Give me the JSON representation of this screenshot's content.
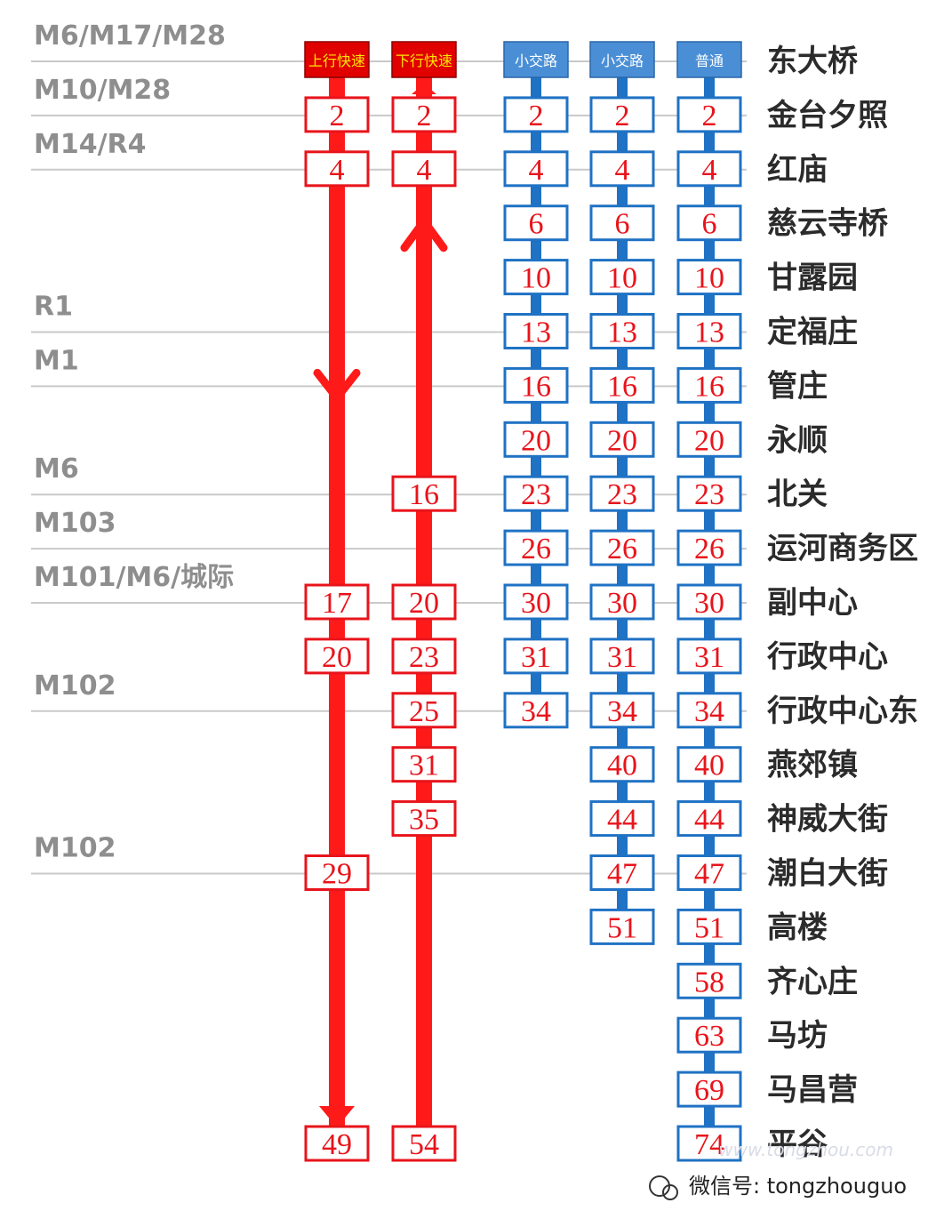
{
  "transfer_labels": [
    {
      "text": "M6/M17/M28",
      "row": 0
    },
    {
      "text": "M10/M28",
      "row": 1
    },
    {
      "text": "M14/R4",
      "row": 2
    },
    {
      "text": "R1",
      "row": 5
    },
    {
      "text": "M1",
      "row": 6
    },
    {
      "text": "M6",
      "row": 8
    },
    {
      "text": "M103",
      "row": 9
    },
    {
      "text": "M101/M6/城际",
      "row": 10
    },
    {
      "text": "M102",
      "row": 12
    },
    {
      "text": "M102",
      "row": 15
    }
  ],
  "stations": [
    "东大桥",
    "金台夕照",
    "红庙",
    "慈云寺桥",
    "甘露园",
    "定福庄",
    "管庄",
    "永顺",
    "北关",
    "运河商务区",
    "副中心",
    "行政中心",
    "行政中心东",
    "燕郊镇",
    "神威大街",
    "潮白大街",
    "高楼",
    "齐心庄",
    "马坊",
    "马昌营",
    "平谷"
  ],
  "columns": [
    {
      "header": "上行快速",
      "type": "express",
      "direction": "down",
      "colors": {
        "fill": "#ff1a1a",
        "head": "#e00000",
        "headText": "#ffe600"
      },
      "stops": [
        {
          "row": 1,
          "t": "2"
        },
        {
          "row": 2,
          "t": "4"
        },
        {
          "row": 10,
          "t": "17"
        },
        {
          "row": 11,
          "t": "20"
        },
        {
          "row": 15,
          "t": "29"
        },
        {
          "row": 20,
          "t": "49"
        }
      ]
    },
    {
      "header": "下行快速",
      "type": "express",
      "direction": "up",
      "colors": {
        "fill": "#ff1a1a",
        "head": "#e00000",
        "headText": "#ffe600"
      },
      "stops": [
        {
          "row": 1,
          "t": "2"
        },
        {
          "row": 2,
          "t": "4"
        },
        {
          "row": 8,
          "t": "16"
        },
        {
          "row": 10,
          "t": "20"
        },
        {
          "row": 11,
          "t": "23"
        },
        {
          "row": 12,
          "t": "25"
        },
        {
          "row": 13,
          "t": "31"
        },
        {
          "row": 14,
          "t": "35"
        },
        {
          "row": 20,
          "t": "54"
        }
      ]
    },
    {
      "header": "小交路",
      "type": "local",
      "colors": {
        "fill": "#1f72c4",
        "head": "#4a8fd6",
        "headText": "#ffffff"
      },
      "stops": [
        {
          "row": 1,
          "t": "2"
        },
        {
          "row": 2,
          "t": "4"
        },
        {
          "row": 3,
          "t": "6"
        },
        {
          "row": 4,
          "t": "10"
        },
        {
          "row": 5,
          "t": "13"
        },
        {
          "row": 6,
          "t": "16"
        },
        {
          "row": 7,
          "t": "20"
        },
        {
          "row": 8,
          "t": "23"
        },
        {
          "row": 9,
          "t": "26"
        },
        {
          "row": 10,
          "t": "30"
        },
        {
          "row": 11,
          "t": "31"
        },
        {
          "row": 12,
          "t": "34"
        }
      ]
    },
    {
      "header": "小交路",
      "type": "local",
      "colors": {
        "fill": "#1f72c4",
        "head": "#4a8fd6",
        "headText": "#ffffff"
      },
      "stops": [
        {
          "row": 1,
          "t": "2"
        },
        {
          "row": 2,
          "t": "4"
        },
        {
          "row": 3,
          "t": "6"
        },
        {
          "row": 4,
          "t": "10"
        },
        {
          "row": 5,
          "t": "13"
        },
        {
          "row": 6,
          "t": "16"
        },
        {
          "row": 7,
          "t": "20"
        },
        {
          "row": 8,
          "t": "23"
        },
        {
          "row": 9,
          "t": "26"
        },
        {
          "row": 10,
          "t": "30"
        },
        {
          "row": 11,
          "t": "31"
        },
        {
          "row": 12,
          "t": "34"
        },
        {
          "row": 13,
          "t": "40"
        },
        {
          "row": 14,
          "t": "44"
        },
        {
          "row": 15,
          "t": "47"
        },
        {
          "row": 16,
          "t": "51"
        }
      ]
    },
    {
      "header": "普通",
      "type": "local",
      "colors": {
        "fill": "#1f72c4",
        "head": "#4a8fd6",
        "headText": "#ffffff"
      },
      "stops": [
        {
          "row": 1,
          "t": "2"
        },
        {
          "row": 2,
          "t": "4"
        },
        {
          "row": 3,
          "t": "6"
        },
        {
          "row": 4,
          "t": "10"
        },
        {
          "row": 5,
          "t": "13"
        },
        {
          "row": 6,
          "t": "16"
        },
        {
          "row": 7,
          "t": "20"
        },
        {
          "row": 8,
          "t": "23"
        },
        {
          "row": 9,
          "t": "26"
        },
        {
          "row": 10,
          "t": "30"
        },
        {
          "row": 11,
          "t": "31"
        },
        {
          "row": 12,
          "t": "34"
        },
        {
          "row": 13,
          "t": "40"
        },
        {
          "row": 14,
          "t": "44"
        },
        {
          "row": 15,
          "t": "47"
        },
        {
          "row": 16,
          "t": "51"
        },
        {
          "row": 17,
          "t": "58"
        },
        {
          "row": 18,
          "t": "63"
        },
        {
          "row": 19,
          "t": "69"
        },
        {
          "row": 20,
          "t": "74"
        }
      ]
    }
  ],
  "watermark": {
    "wechat": "微信号: tongzhouguo",
    "site": "www.tongzhou.com"
  }
}
